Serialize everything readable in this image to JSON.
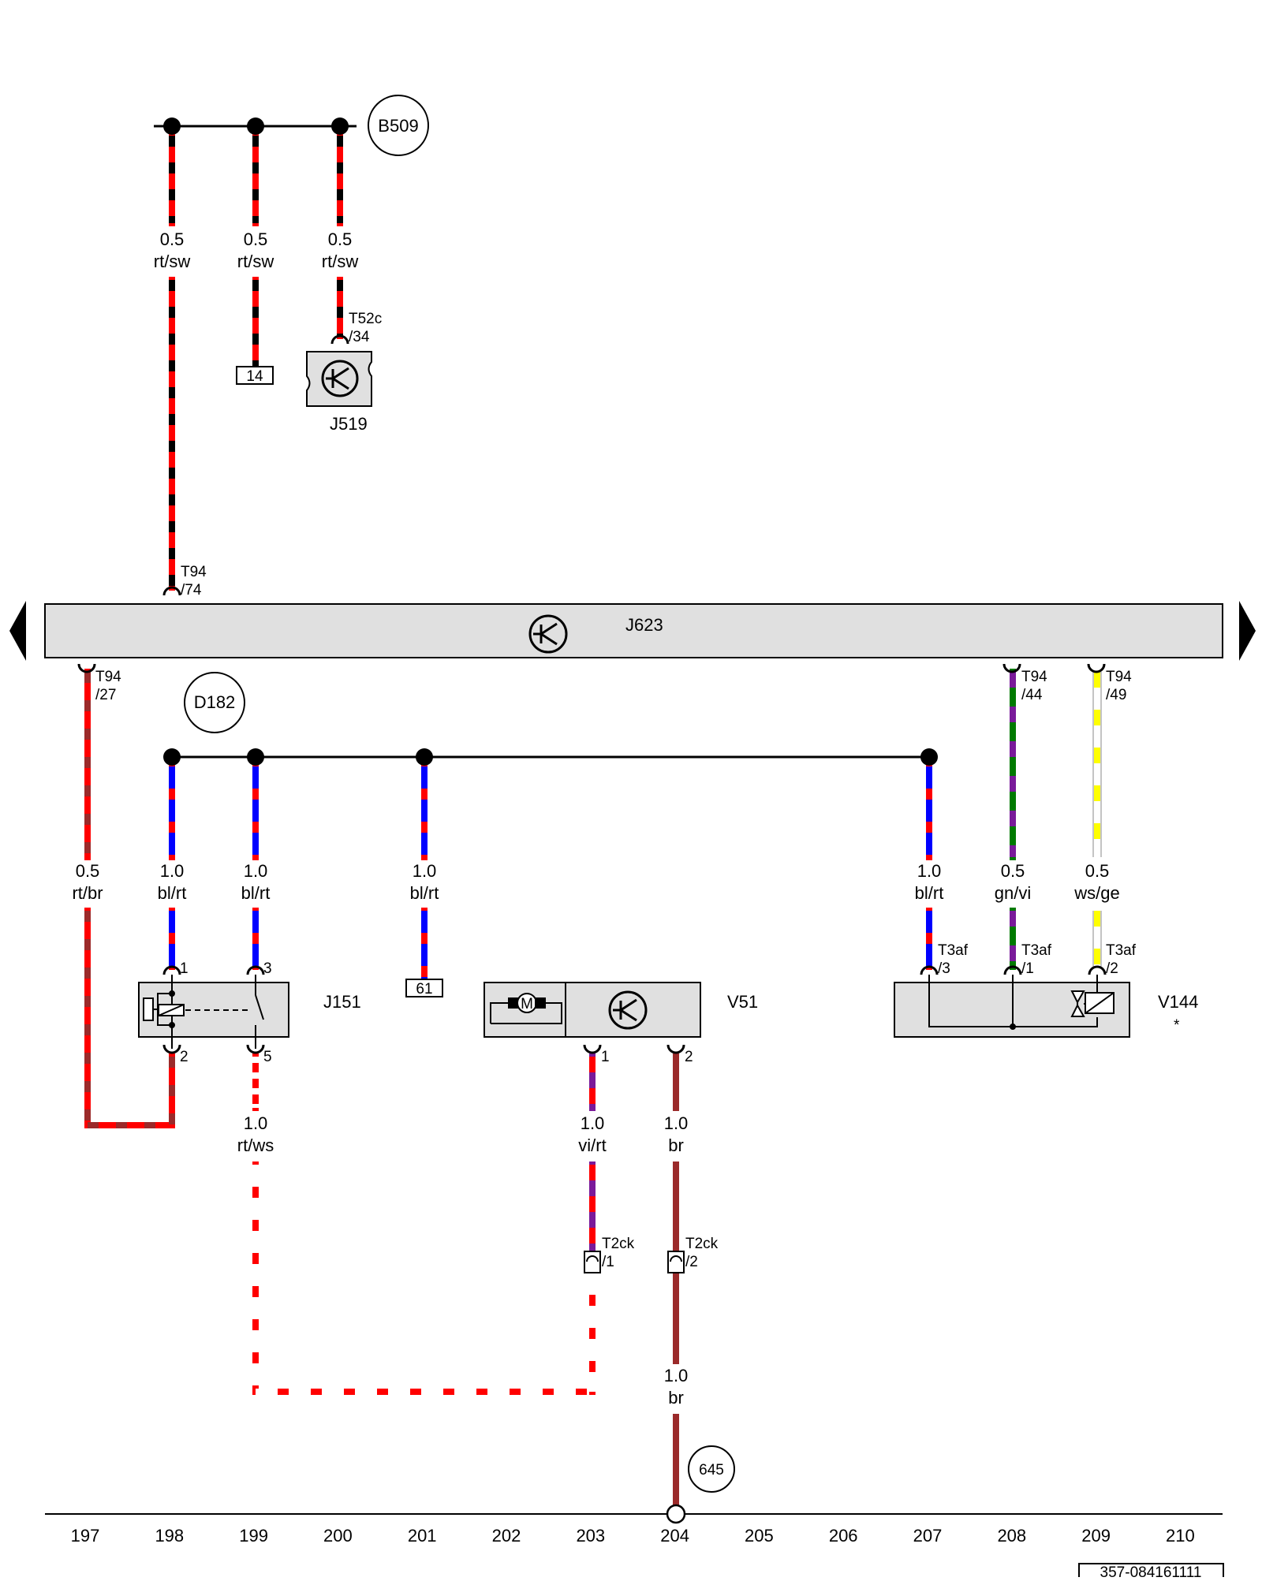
{
  "wire_colors": {
    "rt": "#ff0000",
    "sw": "#000000",
    "br": "#9b2a2a",
    "bl": "#0000ff",
    "gn": "#007a00",
    "vi": "#7a1a9a",
    "ws": "#ffffff",
    "ge": "#ffff00"
  },
  "ground_points": {
    "b509": "B509",
    "d182": "D182",
    "p645": "645"
  },
  "control_unit": {
    "name": "J623",
    "pin_t94_74": "T94",
    "pin_t94_74_n": "/74",
    "pin_t94_27": "T94",
    "pin_t94_27_n": "/27",
    "pin_t94_44": "T94",
    "pin_t94_44_n": "/44",
    "pin_t94_49": "T94",
    "pin_t94_49_n": "/49",
    "icon": "transistor-icon"
  },
  "wire_labels": {
    "w1_size": "0.5",
    "w1_color": "rt/sw",
    "w2_size": "0.5",
    "w2_color": "rt/sw",
    "w3_size": "0.5",
    "w3_color": "rt/sw",
    "w4_size": "0.5",
    "w4_color": "rt/br",
    "w5_size": "1.0",
    "w5_color": "bl/rt",
    "w6_size": "1.0",
    "w6_color": "bl/rt",
    "w7_size": "1.0",
    "w7_color": "bl/rt",
    "w8_size": "1.0",
    "w8_color": "bl/rt",
    "w9_size": "0.5",
    "w9_color": "gn/vi",
    "w10_size": "0.5",
    "w10_color": "ws/ge",
    "w11_size": "1.0",
    "w11_color": "rt/ws",
    "w12_size": "1.0",
    "w12_color": "vi/rt",
    "w13_size": "1.0",
    "w13_color": "br",
    "w14_size": "1.0",
    "w14_color": "br"
  },
  "refs": {
    "ref14": "14",
    "ref61": "61"
  },
  "j519": {
    "name": "J519",
    "pin": "T52c",
    "pin_n": "/34"
  },
  "j151": {
    "name": "J151",
    "pin1": "1",
    "pin3": "3",
    "pin2": "2",
    "pin5": "5"
  },
  "v51": {
    "name": "V51",
    "pin1": "1",
    "pin2": "2"
  },
  "v144": {
    "name": "V144",
    "note": "*",
    "conn": "T3af",
    "pin3": "/3",
    "pin1": "/1",
    "pin2": "/2"
  },
  "t2ck": {
    "conn": "T2ck",
    "pin1": "/1",
    "pin2": "/2"
  },
  "axis": [
    "197",
    "198",
    "199",
    "200",
    "201",
    "202",
    "203",
    "204",
    "205",
    "206",
    "207",
    "208",
    "209",
    "210"
  ],
  "doc_id": "357-084161111"
}
